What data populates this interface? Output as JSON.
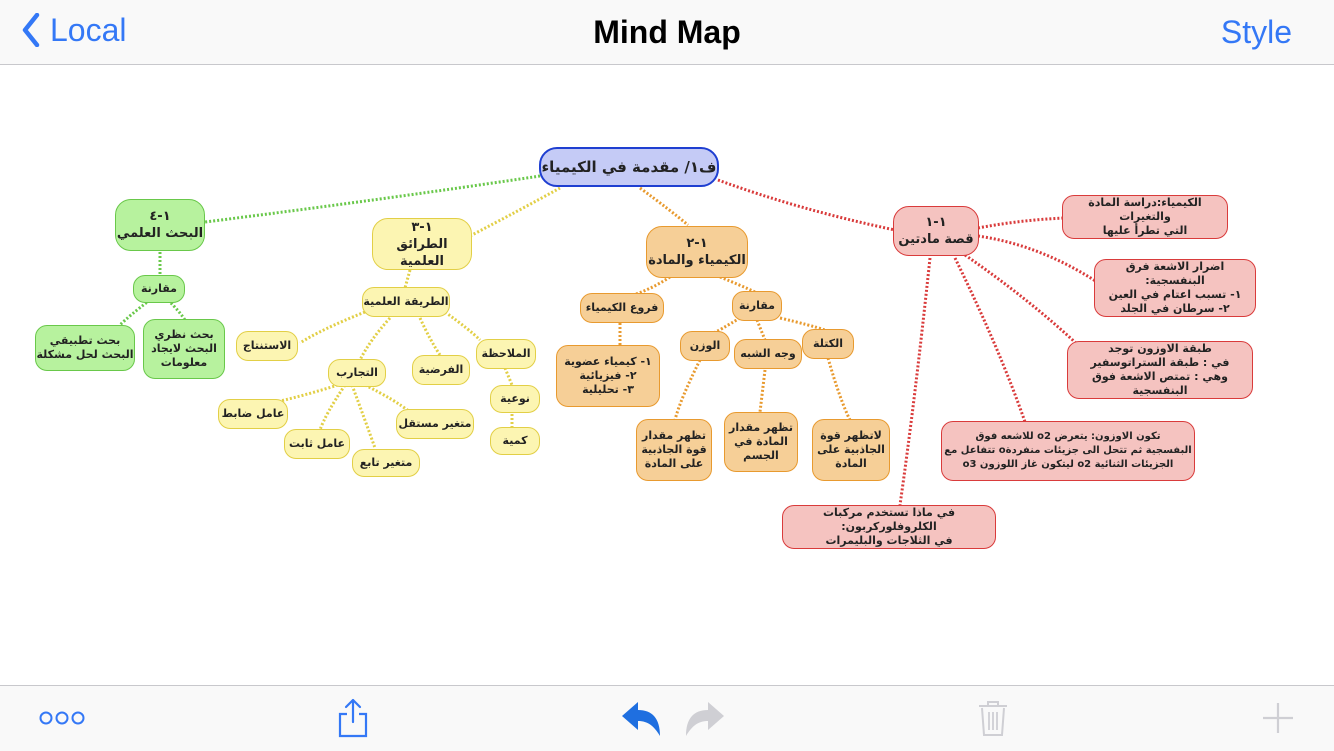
{
  "nav": {
    "back_label": "Local",
    "title": "Mind Map",
    "style_label": "Style"
  },
  "colors": {
    "accent": "#3478f6",
    "root": "#c5cbf6",
    "red": "#f5c3c0",
    "orange": "#f6cf97",
    "yellow": "#fcf5b2",
    "green": "#b7f29e"
  },
  "map": {
    "root": "ف١/ مقدمة في الكيمياء",
    "n11": "١-١\nقصة مادتين",
    "n11_a": "الكيمياء:دراسة المادة والتغيرات\nالتي تطرأ عليها",
    "n11_b": "اضرار الاشعة فرق البنفسجية:\n١- تسبب اعتام في العين\n٢- سرطان في الجلد",
    "n11_c": "طبقة الاوزون توجد\nفي : طبقة الستراتوسفير\nوهي : تمتص الاشعة فوق البنفسجية",
    "n11_d": "تكون الاوزون: يتعرض o2 للاشعه فوق\nالبفسجية ثم تتحل الى جزيئات منفردةo تتفاعل مع\nالجزيئات الثنائية o2 ليتكون غاز اللوزون o3",
    "n11_e": "في ماذا تستخدم مركبات الكلروفلوركربون:\nفي الثلاجات والبليمرات",
    "n12": "١-٢\nالكيمياء والمادة",
    "n12_branches": "فروع الكيمياء",
    "n12_branches_list": "١- كيمياء عضوية\n٢- فيزيائية\n٣- تحليلية",
    "n12_compare": "مقارنة",
    "n12_weight": "الوزن",
    "n12_similar": "وجه الشبه",
    "n12_mass": "الكتلة",
    "n12_weight_desc": "تظهر مقدار\nقوة الجاذبية\nعلى المادة",
    "n12_similar_desc": "تظهر مقدار\nالمادة في\nالجسم",
    "n12_mass_desc": "لاتظهر قوة\nالجاذبية على\nالمادة",
    "n13": "١-٣\nالطرائق العلمية",
    "n13_method": "الطريقة العلمية",
    "n13_conclusion": "الاستنتاج",
    "n13_experiments": "التجارب",
    "n13_hypothesis": "الفرضية",
    "n13_observation": "الملاحظة",
    "n13_qualitative": "نوعية",
    "n13_quantitative": "كمية",
    "n13_control": "عامل ضابط",
    "n13_constant": "عامل ثابت",
    "n13_dependent": "متغير تابع",
    "n13_independent": "متغير مستقل",
    "n14": "١-٤\nالبحث العلمي",
    "n14_compare": "مقارنة",
    "n14_applied": "بحث تطبيقي\nالبحث لحل مشكلة",
    "n14_theoretical": "بحث نظري\nالبحث لايجاد\nمعلومات"
  },
  "toolbar": {
    "more": "more-icon",
    "share": "share-icon",
    "undo": "undo-icon",
    "redo": "redo-icon",
    "trash": "trash-icon",
    "add": "plus-icon"
  }
}
